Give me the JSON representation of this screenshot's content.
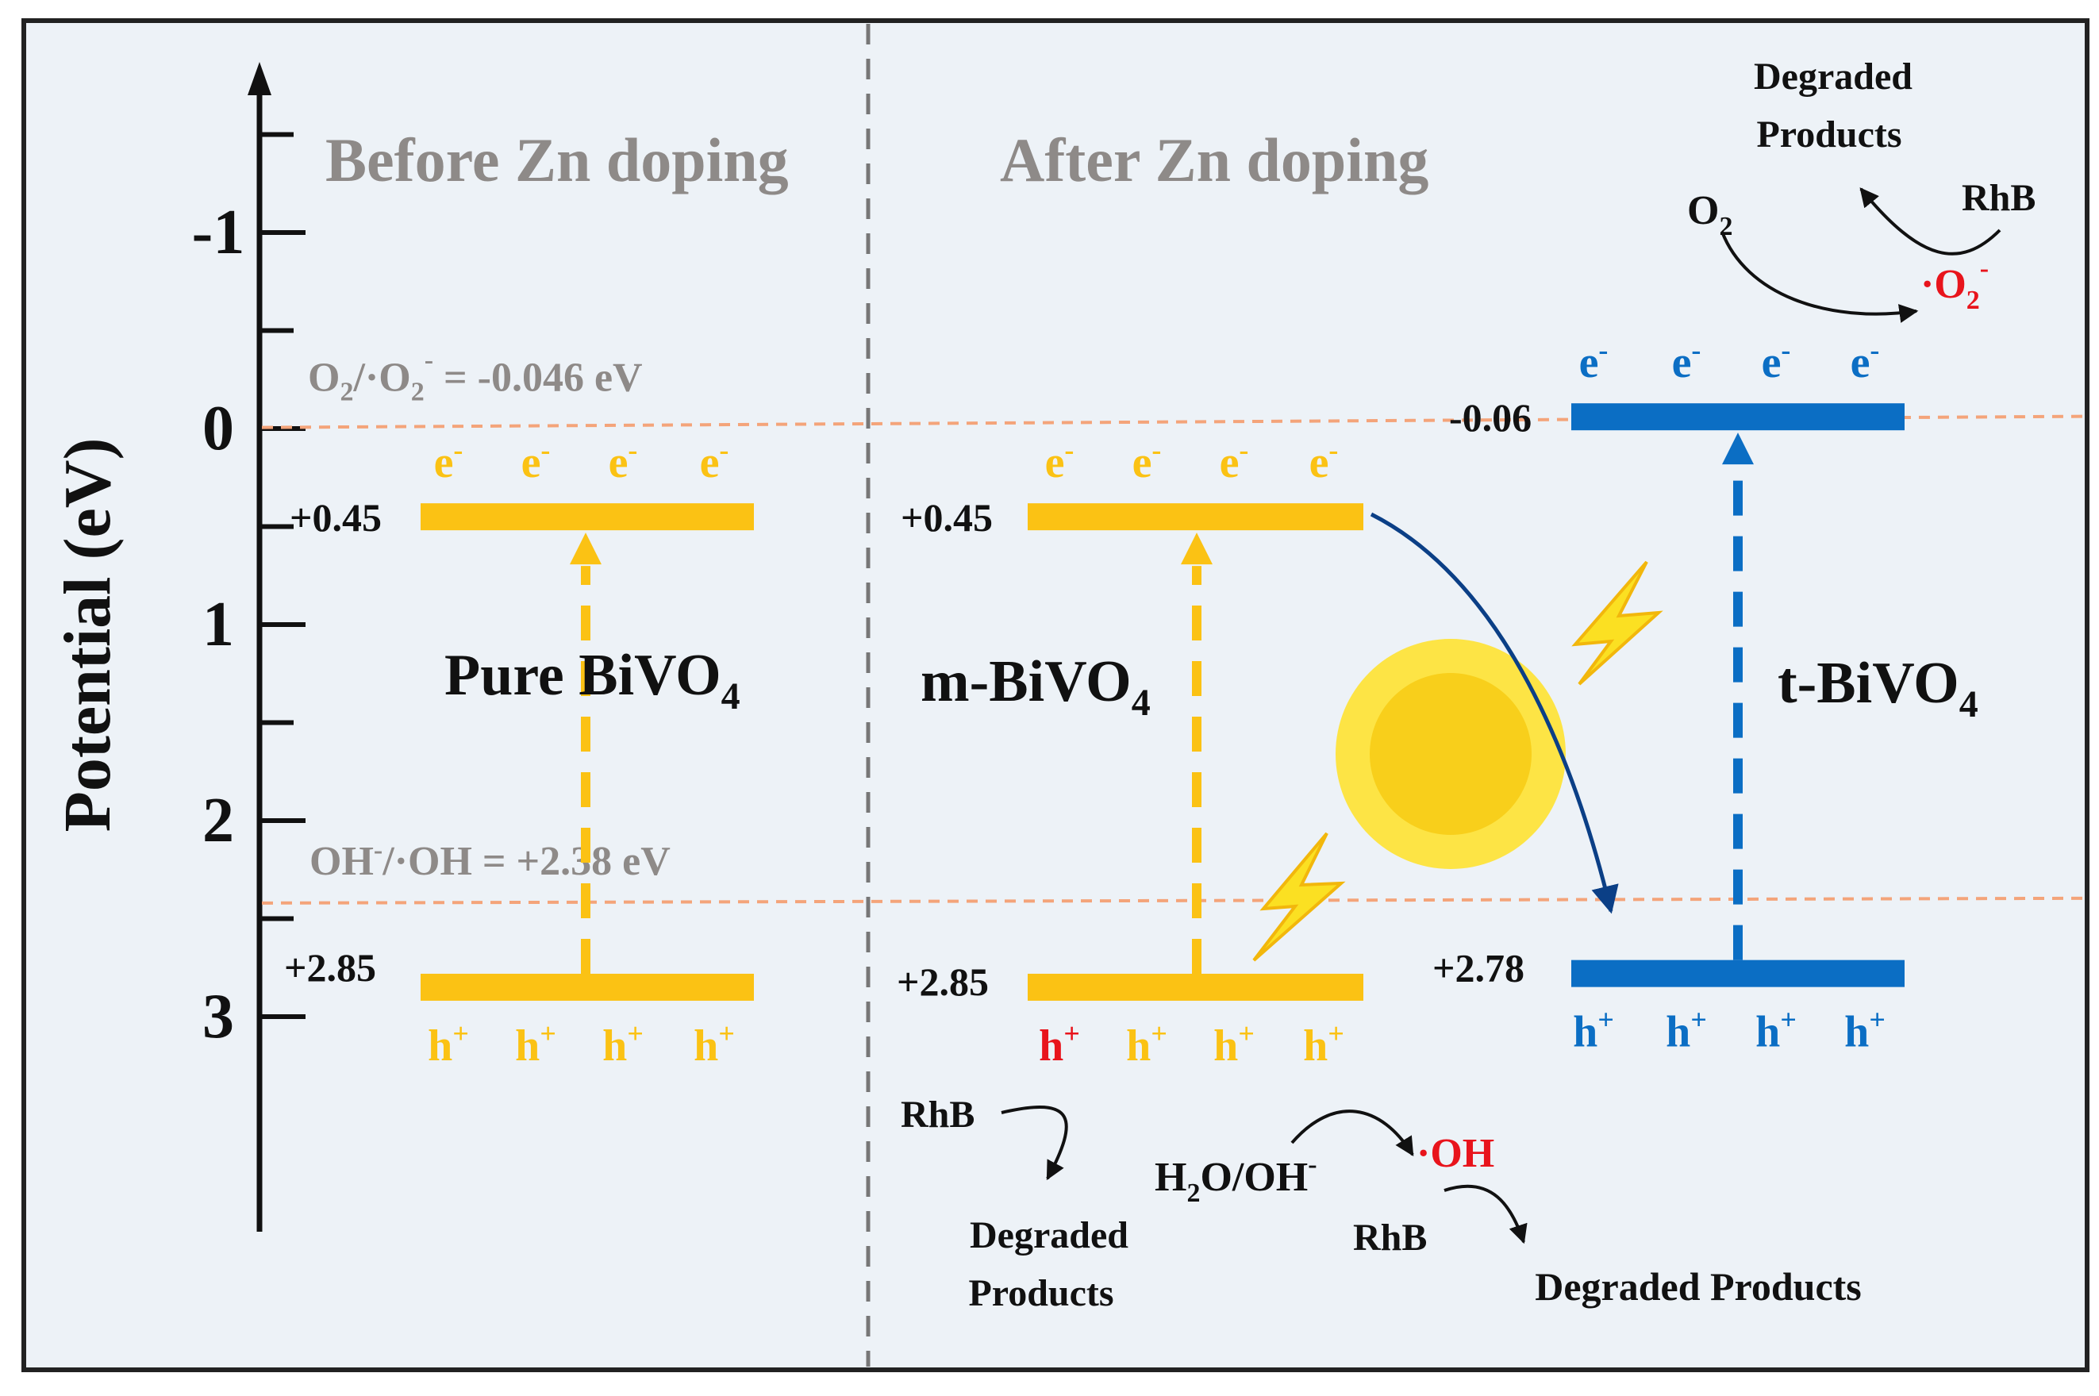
{
  "headers": {
    "before": "Before Zn doping",
    "after": "After Zn doping"
  },
  "axis": {
    "label": "Potential (eV)",
    "ticks": [
      "-1",
      "0",
      "1",
      "2",
      "3"
    ],
    "tick_values": [
      -1,
      0,
      1,
      2,
      3
    ],
    "range": [
      -1.9,
      4.1
    ]
  },
  "reference_lines": [
    {
      "label_main": "O",
      "label_sub": "2",
      "label_mid": "/·O",
      "label_sub2": "2",
      "label_sup": "-",
      "label_tail": " = -0.046 eV",
      "value": -0.046
    },
    {
      "label_main": "OH",
      "label_sup": "-",
      "label_tail": "/·OH = +2.38 eV",
      "value": 2.38
    }
  ],
  "materials": [
    {
      "id": "pure",
      "name_main": "Pure BiVO",
      "name_sub": "4",
      "cb": 0.45,
      "cb_label": "+0.45",
      "vb": 2.85,
      "vb_label": "+2.85",
      "color": "#FBC214",
      "electrons": [
        "e",
        "e",
        "e",
        "e"
      ],
      "holes": [
        "h",
        "h",
        "h",
        "h"
      ]
    },
    {
      "id": "m",
      "name_main": "m-BiVO",
      "name_sub": "4",
      "cb": 0.45,
      "cb_label": "+0.45",
      "vb": 2.85,
      "vb_label": "+2.85",
      "color": "#FBC214",
      "electrons": [
        "e",
        "e",
        "e",
        "e"
      ],
      "holes": [
        "h",
        "h",
        "h",
        "h"
      ]
    },
    {
      "id": "t",
      "name_main": "t-BiVO",
      "name_sub": "4",
      "cb": -0.06,
      "cb_label": "-0.06",
      "vb": 2.78,
      "vb_label": "+2.78",
      "color": "#0B6EC4",
      "electrons": [
        "e",
        "e",
        "e",
        "e"
      ],
      "holes": [
        "h",
        "h",
        "h",
        "h"
      ]
    }
  ],
  "electron_sup": "-",
  "hole_sup": "+",
  "reactions": {
    "o2": {
      "main": "O",
      "sub": "2"
    },
    "superoxide": {
      "main": "·O",
      "sub": "2",
      "sup": "-"
    },
    "rhb": "RhB",
    "degraded_top_1": "Degraded",
    "degraded_top_2": "Products",
    "rhb_left": "RhB",
    "degraded_left_1": "Degraded",
    "degraded_left_2": "Products",
    "h2o_main": "H",
    "h2o_sub": "2",
    "h2o_tail": "O/OH",
    "h2o_sup": "-",
    "hydroxyl": "·OH",
    "rhb_bottom": "RhB",
    "degraded_bottom": "Degraded Products"
  },
  "colors": {
    "yellow": "#FBC214",
    "blue": "#0B6EC4",
    "red": "#E8141C",
    "ref_line": "#F4A47A",
    "header_gray": "#8E8A88",
    "background": "#EDF2F7",
    "sun_outer": "#FDE445",
    "sun_inner": "#F8CF1B"
  }
}
